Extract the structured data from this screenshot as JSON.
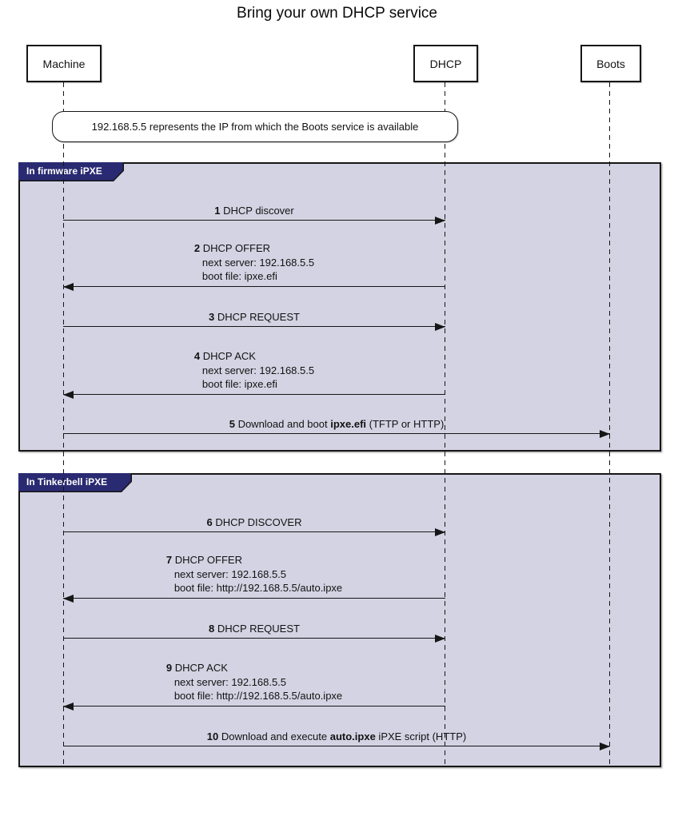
{
  "title": "Bring your own DHCP service",
  "participants": [
    {
      "label": "Machine"
    },
    {
      "label": "DHCP"
    },
    {
      "label": "Boots"
    }
  ],
  "note": {
    "text": "192.168.5.5 represents the IP from which the Boots service is available"
  },
  "groups": [
    {
      "label": "In firmware iPXE",
      "messages": [
        {
          "num": "1",
          "text": "DHCP discover",
          "from": "Machine",
          "to": "DHCP"
        },
        {
          "num": "2",
          "text": "DHCP OFFER",
          "line1": "next server: 192.168.5.5",
          "line2": "boot file: ipxe.efi",
          "from": "DHCP",
          "to": "Machine"
        },
        {
          "num": "3",
          "text": "DHCP REQUEST",
          "from": "Machine",
          "to": "DHCP"
        },
        {
          "num": "4",
          "text": "DHCP ACK",
          "line1": "next server: 192.168.5.5",
          "line2": "boot file: ipxe.efi",
          "from": "DHCP",
          "to": "Machine"
        },
        {
          "num": "5",
          "pre": "Download and boot ",
          "bold": "ipxe.efi",
          "post": " (TFTP or HTTP)",
          "from": "Machine",
          "to": "Boots"
        }
      ]
    },
    {
      "label": "In Tinkerbell iPXE",
      "messages": [
        {
          "num": "6",
          "text": "DHCP DISCOVER",
          "from": "Machine",
          "to": "DHCP"
        },
        {
          "num": "7",
          "text": "DHCP OFFER",
          "line1": "next server: 192.168.5.5",
          "line2": "boot file: http://192.168.5.5/auto.ipxe",
          "from": "DHCP",
          "to": "Machine"
        },
        {
          "num": "8",
          "text": "DHCP REQUEST",
          "from": "Machine",
          "to": "DHCP"
        },
        {
          "num": "9",
          "text": "DHCP ACK",
          "line1": "next server: 192.168.5.5",
          "line2": "boot file: http://192.168.5.5/auto.ipxe",
          "from": "DHCP",
          "to": "Machine"
        },
        {
          "num": "10",
          "pre": "Download and execute ",
          "bold": "auto.ipxe",
          "post": " iPXE script (HTTP)",
          "from": "Machine",
          "to": "Boots"
        }
      ]
    }
  ],
  "colors": {
    "group_body": "#d3d3e3",
    "group_label_bg": "#2a2a72",
    "group_label_text": "#ffffff",
    "box_fill": "#ffffff",
    "line": "#161616"
  }
}
